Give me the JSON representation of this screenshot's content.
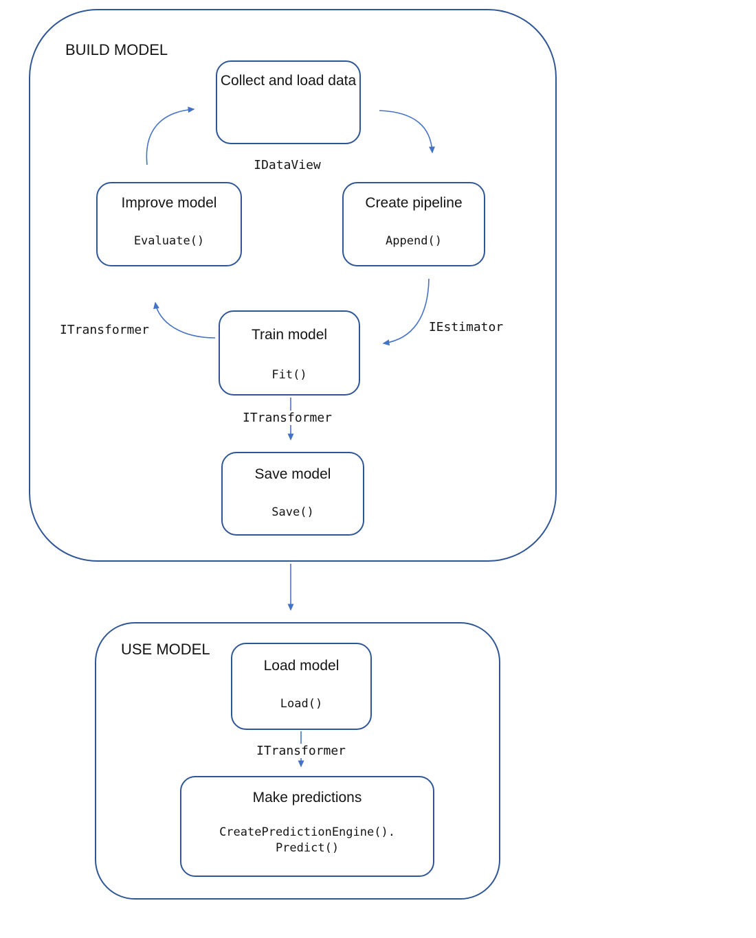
{
  "colors": {
    "container_border": "#2e5596",
    "node_border": "#2e5596",
    "arrow": "#4472c4",
    "text": "#141414",
    "background": "#ffffff"
  },
  "groups": {
    "build": {
      "label": "BUILD MODEL"
    },
    "use": {
      "label": "USE MODEL"
    }
  },
  "nodes": {
    "collect": {
      "title": "Collect and load data"
    },
    "improve": {
      "title": "Improve model",
      "code": "Evaluate()"
    },
    "pipeline": {
      "title": "Create pipeline",
      "code": "Append()"
    },
    "train": {
      "title": "Train model",
      "code": "Fit()"
    },
    "save": {
      "title": "Save model",
      "code": "Save()"
    },
    "load": {
      "title": "Load model",
      "code": "Load()"
    },
    "predict": {
      "title": "Make predictions",
      "code": "CreatePredictionEngine().\nPredict()"
    }
  },
  "edge_labels": {
    "idataview": "IDataView",
    "itransformer_cycle": "ITransformer",
    "iestimator": "IEstimator",
    "itransformer_save": "ITransformer",
    "itransformer_load": "ITransformer"
  }
}
